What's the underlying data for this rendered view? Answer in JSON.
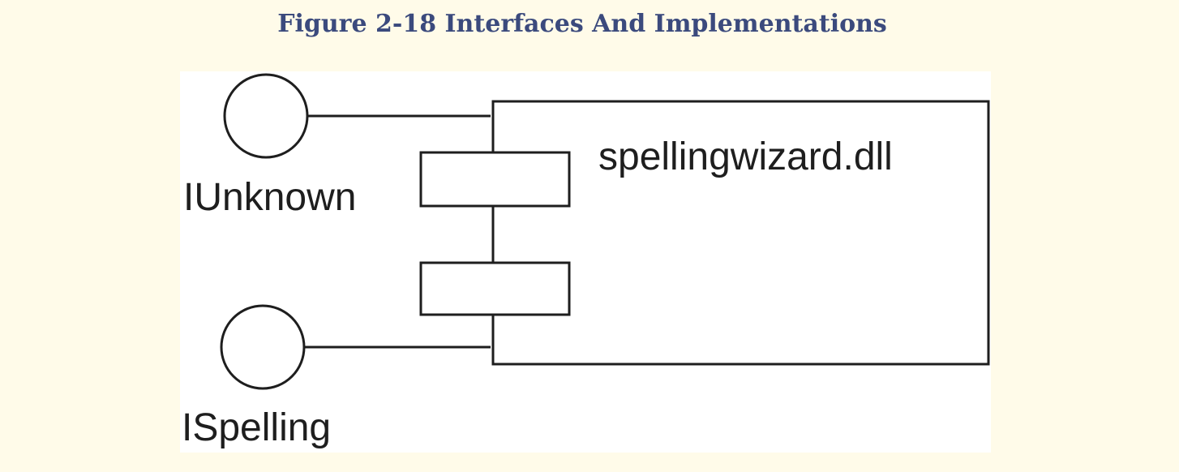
{
  "figure": {
    "title": "Figure 2-18 Interfaces And Implementations"
  },
  "diagram": {
    "component_label": "spellingwizard.dll",
    "interfaces": [
      {
        "label": "IUnknown"
      },
      {
        "label": "ISpelling"
      }
    ]
  },
  "colors": {
    "page_background": "#fffbe9",
    "title": "#3b4a7d",
    "panel_background": "#ffffff",
    "stroke": "#1e1e1e"
  }
}
